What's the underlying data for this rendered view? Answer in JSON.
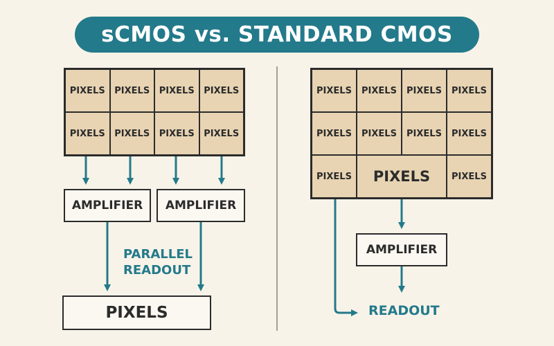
{
  "title": "sCMOS vs. STANDARD CMOS",
  "colors": {
    "accent": "#237a8a",
    "pixel_fill": "#e8d4b3",
    "background": "#f8f3e9"
  },
  "left": {
    "pixel_grid": [
      "PIXELS",
      "PIXELS",
      "PIXELS",
      "PIXELS",
      "PIXELS",
      "PIXELS",
      "PIXELS",
      "PIXELS"
    ],
    "amplifiers": [
      "AMPLIFIER",
      "AMPLIFIER"
    ],
    "parallel_label_line1": "PARALLEL",
    "parallel_label_line2": "READOUT",
    "output_box": "PIXELS"
  },
  "right": {
    "pixel_grid": [
      "PIXELS",
      "PIXELS",
      "PIXELS",
      "PIXELS",
      "PIXELS",
      "PIXELS",
      "PIXELS",
      "PIXELS",
      "PIXELS",
      "PIXELS",
      "PIXELS"
    ],
    "amplifier": "AMPLIFIER",
    "readout_label": "READOUT"
  }
}
